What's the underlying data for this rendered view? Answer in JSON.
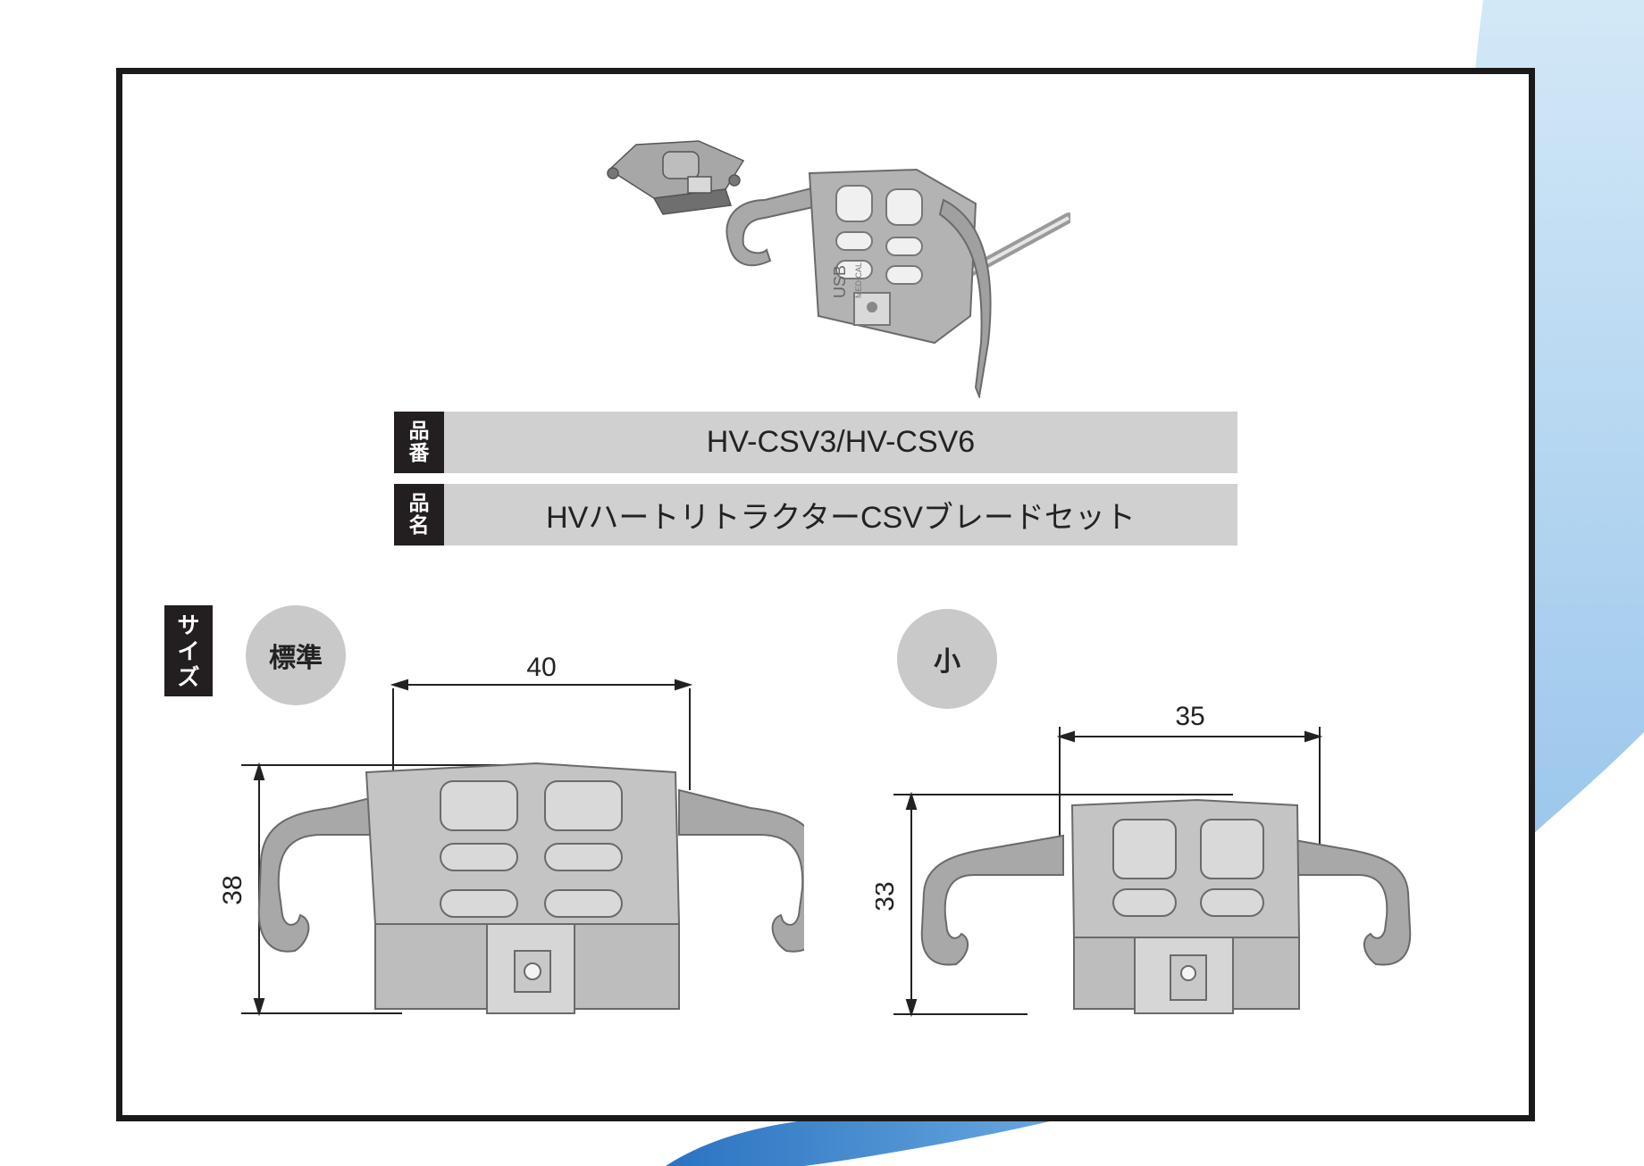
{
  "product": {
    "number_label": [
      "品",
      "番"
    ],
    "number_value": "HV-CSV3/HV-CSV6",
    "name_label": [
      "品",
      "名"
    ],
    "name_value": "HVハートリトラクターCSVブレードセット"
  },
  "photo": {
    "engraving_brand": "USB",
    "engraving_sub": "MEDICAL"
  },
  "size": {
    "label": [
      "サ",
      "イ",
      "ズ"
    ],
    "standard": {
      "badge": "標準",
      "width": "40",
      "height": "38"
    },
    "small": {
      "badge": "小",
      "width": "35",
      "height": "33"
    }
  },
  "colors": {
    "frame": "#1a1a1a",
    "label_bg": "#231f20",
    "value_bg": "#d0d0d0",
    "badge_bg": "#c9c9c9",
    "accent_blue": "#2f7fc8",
    "accent_light_blue": "#bcdcf2"
  }
}
